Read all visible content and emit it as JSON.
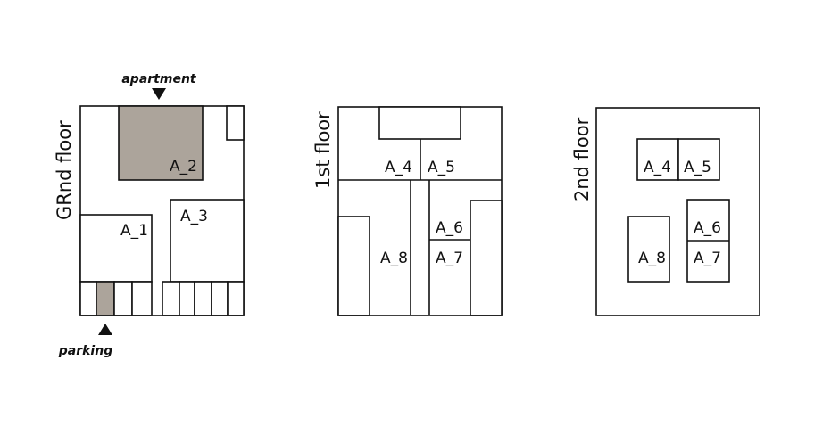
{
  "annotations": {
    "apartment": "apartment",
    "parking": "parking"
  },
  "floors": {
    "ground": {
      "title": "GRnd floor",
      "units": [
        "A_1",
        "A_2",
        "A_3"
      ]
    },
    "first": {
      "title": "1st floor",
      "units": [
        "A_4",
        "A_5",
        "A_6",
        "A_7",
        "A_8"
      ]
    },
    "second": {
      "title": "2nd floor",
      "units": [
        "A_4",
        "A_5",
        "A_6",
        "A_7",
        "A_8"
      ]
    }
  },
  "colors": {
    "highlight": "#aca49b"
  }
}
